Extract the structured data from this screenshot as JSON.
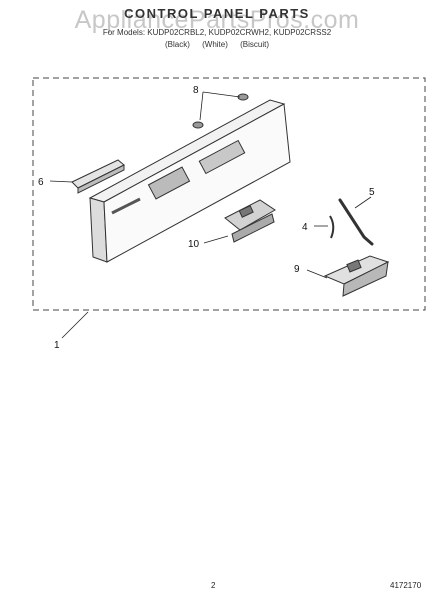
{
  "header": {
    "watermark": "AppliancePartsPros.com",
    "title": "CONTROL PANEL PARTS",
    "models": "For Models: KUDP02CRBL2, KUDP02CRWH2, KUDP02CRSS2",
    "colors": "(Black) (White) (Biscuit)"
  },
  "callouts": [
    "1",
    "4",
    "5",
    "6",
    "8",
    "9",
    "10"
  ],
  "footer": {
    "page_number": "2",
    "doc_number": "4172170"
  }
}
